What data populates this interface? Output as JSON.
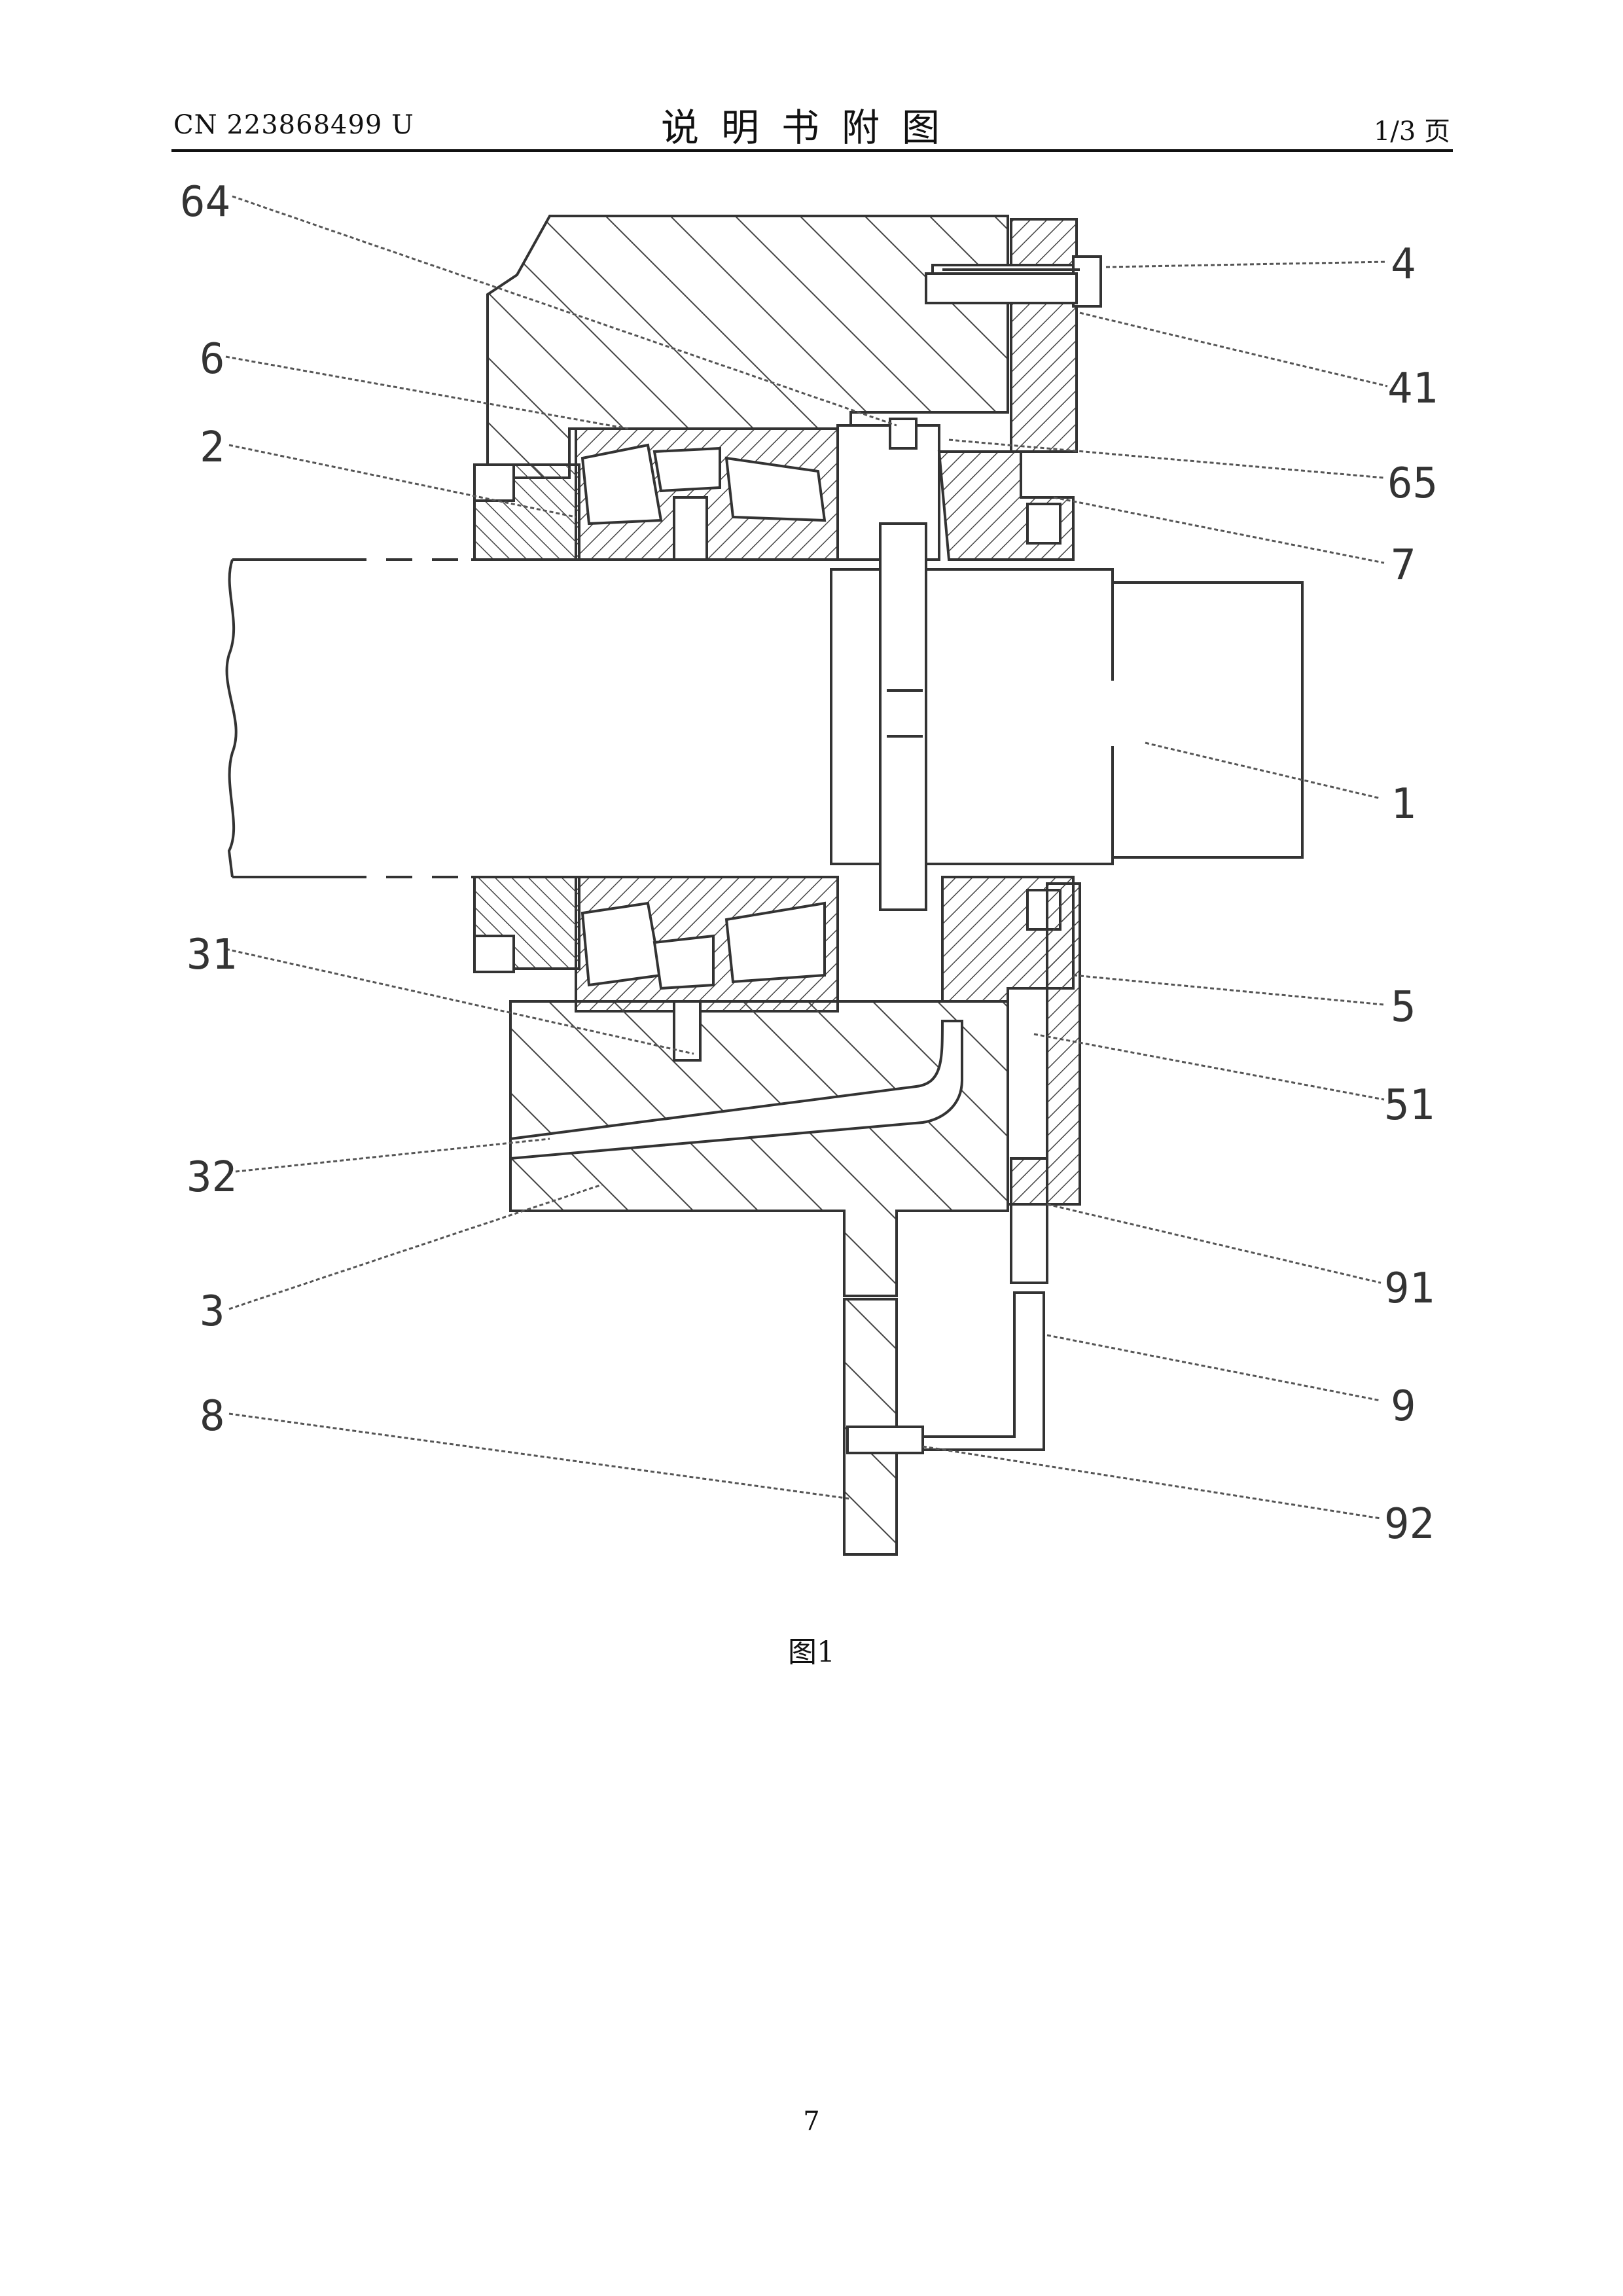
{
  "header": {
    "patent_number": "CN 223868499 U",
    "title": "说明书附图",
    "page_fraction": "1/3 页"
  },
  "figure": {
    "caption": "图1",
    "part_labels": [
      "64",
      "6",
      "2",
      "31",
      "32",
      "3",
      "8",
      "4",
      "41",
      "65",
      "7",
      "1",
      "5",
      "51",
      "91",
      "9",
      "92"
    ]
  },
  "footer": {
    "page_number": "7"
  }
}
